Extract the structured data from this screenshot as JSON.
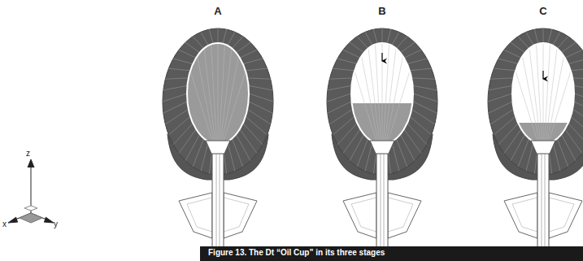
{
  "diagram": {
    "caption": "Figure 13. The Dt “Oil Cup” in its three stages",
    "labels": [
      "A",
      "B",
      "C",
      "z",
      "x",
      "y"
    ]
  }
}
